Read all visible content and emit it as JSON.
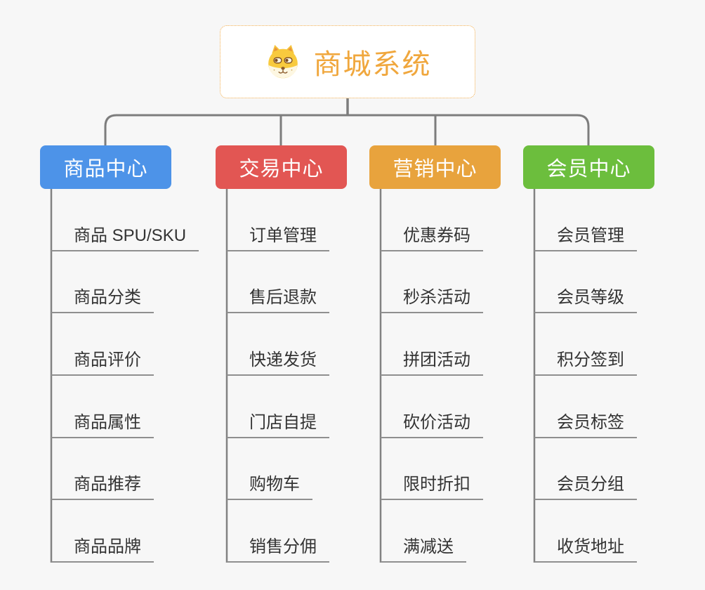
{
  "root": {
    "title": "商城系统",
    "icon": "shiba-dog-icon",
    "accent_color": "#f0a73d",
    "border_color": "#f2ae4e"
  },
  "branches": [
    {
      "label": "商品中心",
      "color": "#4d93e8",
      "items": [
        "商品 SPU/SKU",
        "商品分类",
        "商品评价",
        "商品属性",
        "商品推荐",
        "商品品牌"
      ]
    },
    {
      "label": "交易中心",
      "color": "#e25653",
      "items": [
        "订单管理",
        "售后退款",
        "快递发货",
        "门店自提",
        "购物车",
        "销售分佣"
      ]
    },
    {
      "label": "营销中心",
      "color": "#e8a33d",
      "items": [
        "优惠券码",
        "秒杀活动",
        "拼团活动",
        "砍价活动",
        "限时折扣",
        "满减送"
      ]
    },
    {
      "label": "会员中心",
      "color": "#6cbe3d",
      "items": [
        "会员管理",
        "会员等级",
        "积分签到",
        "会员标签",
        "会员分组",
        "收货地址"
      ]
    }
  ],
  "connector_color": "#828282"
}
